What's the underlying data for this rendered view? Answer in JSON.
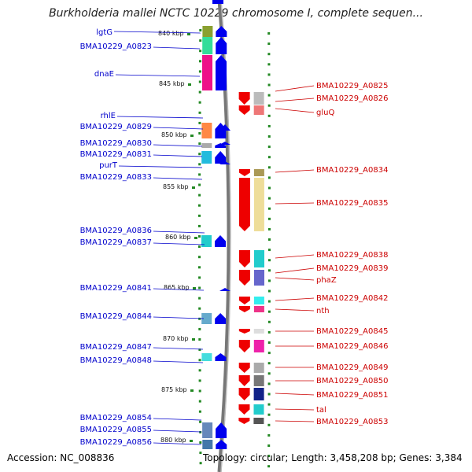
{
  "title": "Burkholderia mallei NCTC 10229 chromosome I, complete sequen...",
  "footer": {
    "accession": "Accession: NC_008836",
    "stats": "Topology: circular; Length: 3,458,208 bp; Genes: 3,384"
  },
  "colors": {
    "forward_label": "#0000cc",
    "reverse_label": "#cc0000",
    "forward_arrow": "#0000ee",
    "reverse_arrow": "#ee0000",
    "tick": "#228822"
  },
  "ruler": {
    "unit": "kbp",
    "ticks": [
      "840 kbp",
      "845 kbp",
      "850 kbp",
      "855 kbp",
      "860 kbp",
      "865 kbp",
      "870 kbp",
      "875 kbp",
      "880 kbp"
    ]
  },
  "genes_forward": [
    {
      "label": "lgtG"
    },
    {
      "label": "BMA10229_A0823"
    },
    {
      "label": "dnaE"
    },
    {
      "label": "rhlE"
    },
    {
      "label": "BMA10229_A0829"
    },
    {
      "label": "BMA10229_A0830"
    },
    {
      "label": "BMA10229_A0831"
    },
    {
      "label": "purT"
    },
    {
      "label": "BMA10229_A0833"
    },
    {
      "label": "BMA10229_A0836"
    },
    {
      "label": "BMA10229_A0837"
    },
    {
      "label": "BMA10229_A0841"
    },
    {
      "label": "BMA10229_A0844"
    },
    {
      "label": "BMA10229_A0847"
    },
    {
      "label": "BMA10229_A0848"
    },
    {
      "label": "BMA10229_A0854"
    },
    {
      "label": "BMA10229_A0855"
    },
    {
      "label": "BMA10229_A0856"
    }
  ],
  "genes_reverse": [
    {
      "label": "BMA10229_A0825"
    },
    {
      "label": "BMA10229_A0826"
    },
    {
      "label": "gluQ"
    },
    {
      "label": "BMA10229_A0834"
    },
    {
      "label": "BMA10229_A0835"
    },
    {
      "label": "BMA10229_A0838"
    },
    {
      "label": "BMA10229_A0839"
    },
    {
      "label": "phaZ"
    },
    {
      "label": "BMA10229_A0842"
    },
    {
      "label": "nth"
    },
    {
      "label": "BMA10229_A0845"
    },
    {
      "label": "BMA10229_A0846"
    },
    {
      "label": "BMA10229_A0849"
    },
    {
      "label": "BMA10229_A0850"
    },
    {
      "label": "BMA10229_A0851"
    },
    {
      "label": "tal"
    },
    {
      "label": "BMA10229_A0853"
    }
  ]
}
